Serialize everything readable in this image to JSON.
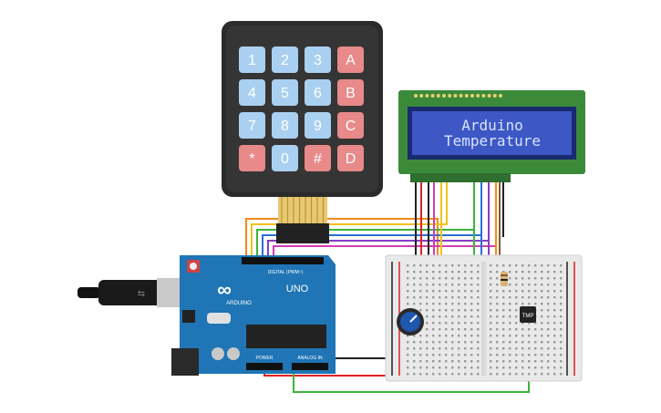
{
  "keypad": {
    "keys": [
      "1",
      "2",
      "3",
      "A",
      "4",
      "5",
      "6",
      "B",
      "7",
      "8",
      "9",
      "C",
      "*",
      "0",
      "#",
      "D"
    ],
    "colors": {
      "number": "#a9d0f0",
      "letter": "#e8898a",
      "body": "#2b2b2b"
    }
  },
  "lcd": {
    "line1": "Arduino",
    "line2": "Temperature",
    "colors": {
      "pcb": "#3a8a3a",
      "screen": "#3d57c4",
      "text": "#d8e4ff"
    }
  },
  "arduino": {
    "brand": "ARDUINO",
    "model": "UNO",
    "digital_label": "DIGITAL (PWM~)",
    "power_label": "POWER",
    "analog_label": "ANALOG IN",
    "colors": {
      "board": "#1f75b5"
    }
  },
  "sensor": {
    "label": "TMP"
  },
  "wire_colors": {
    "orange": "#f28a1a",
    "yellow": "#f2c21a",
    "green": "#3cb43c",
    "blue": "#2a6fd6",
    "purple": "#8a3cc8",
    "magenta": "#d23cb4",
    "red": "#e02020",
    "black": "#202020",
    "brown": "#8a5a2a"
  }
}
